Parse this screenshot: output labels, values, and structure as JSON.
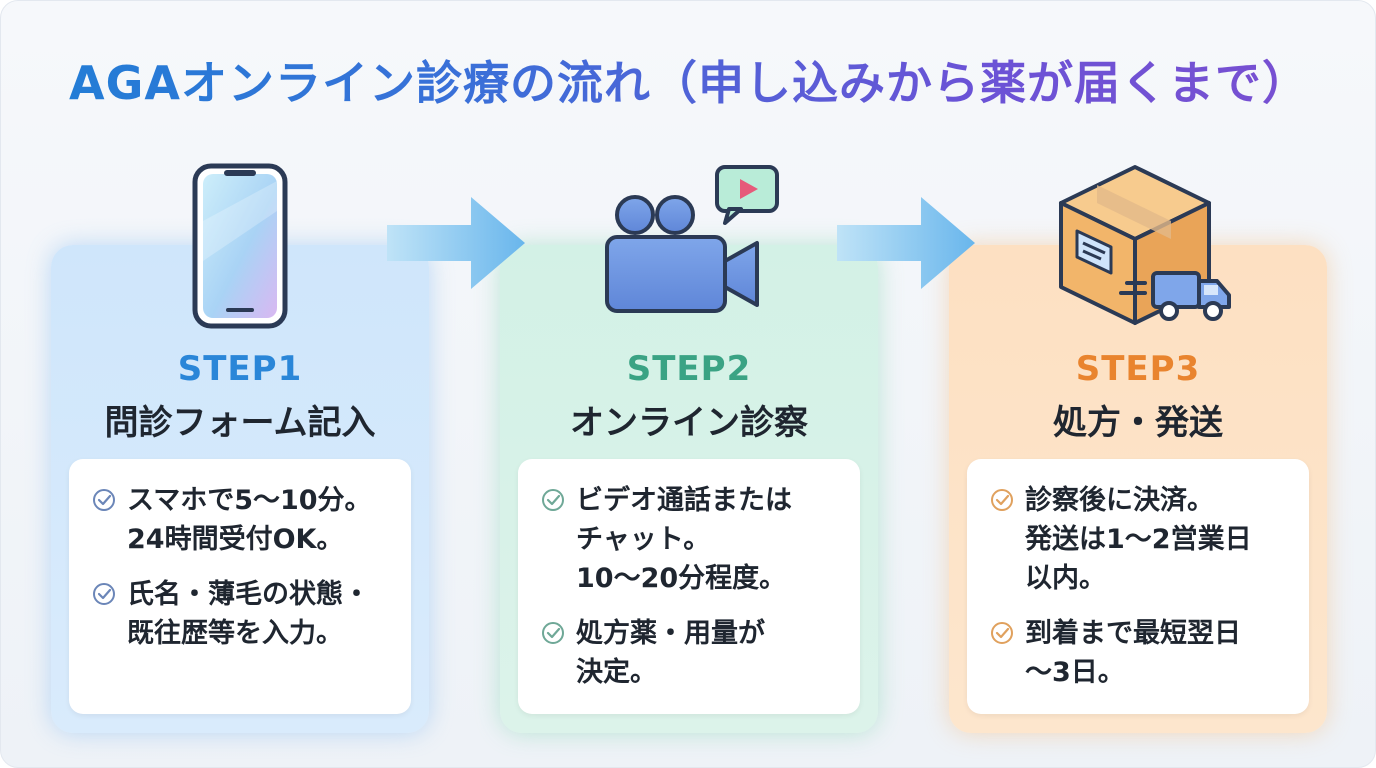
{
  "title": "AGAオンライン診療の流れ（申し込みから薬が届くまで）",
  "colors": {
    "step1": "#2a86d8",
    "step2": "#3aa384",
    "step3": "#e9842e"
  },
  "steps": [
    {
      "label": "STEP1",
      "title": "問診フォーム記入",
      "icon": "smartphone-icon",
      "items": [
        "スマホで5〜10分。\n24時間受付OK。",
        "氏名・薄毛の状態・\n既往歴等を入力。"
      ]
    },
    {
      "label": "STEP2",
      "title": "オンライン診察",
      "icon": "video-camera-icon",
      "items": [
        "ビデオ通話または\nチャット。\n10〜20分程度。",
        "処方薬・用量が\n決定。"
      ]
    },
    {
      "label": "STEP3",
      "title": "処方・発送",
      "icon": "package-delivery-icon",
      "items": [
        "診察後に決済。\n発送は1〜2営業日\n以内。",
        "到着まで最短翌日\n〜3日。"
      ]
    }
  ]
}
